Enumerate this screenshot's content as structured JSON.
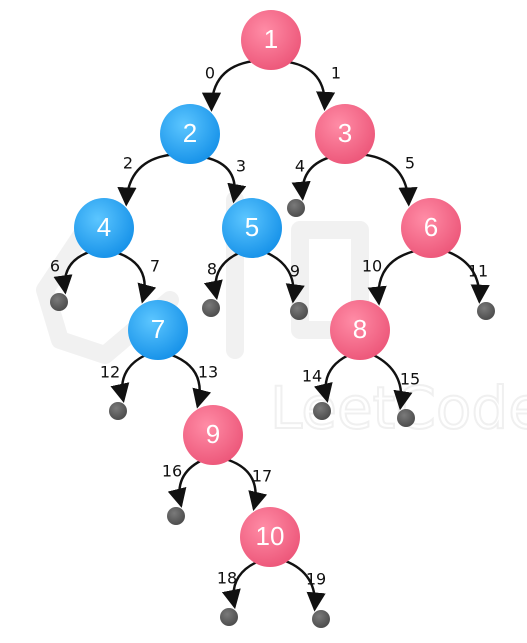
{
  "watermark": {
    "brand": "LeetCode"
  },
  "colors": {
    "blue_node": "#1ea0f0",
    "pink_node": "#f0607e",
    "null_node": "#5a5a5a",
    "edge": "#111111"
  },
  "nodes": [
    {
      "id": "n1",
      "label": "1",
      "color": "pink"
    },
    {
      "id": "n2",
      "label": "2",
      "color": "blue"
    },
    {
      "id": "n3",
      "label": "3",
      "color": "pink"
    },
    {
      "id": "n4",
      "label": "4",
      "color": "blue"
    },
    {
      "id": "n5",
      "label": "5",
      "color": "blue"
    },
    {
      "id": "n6",
      "label": "6",
      "color": "pink"
    },
    {
      "id": "n7",
      "label": "7",
      "color": "blue"
    },
    {
      "id": "n8",
      "label": "8",
      "color": "pink"
    },
    {
      "id": "n9",
      "label": "9",
      "color": "pink"
    },
    {
      "id": "n10",
      "label": "10",
      "color": "pink"
    }
  ],
  "edges": [
    {
      "label": "0",
      "from": "n1",
      "to": "n2"
    },
    {
      "label": "1",
      "from": "n1",
      "to": "n3"
    },
    {
      "label": "2",
      "from": "n2",
      "to": "n4"
    },
    {
      "label": "3",
      "from": "n2",
      "to": "n5"
    },
    {
      "label": "4",
      "from": "n3",
      "to": "null"
    },
    {
      "label": "5",
      "from": "n3",
      "to": "n6"
    },
    {
      "label": "6",
      "from": "n4",
      "to": "null"
    },
    {
      "label": "7",
      "from": "n4",
      "to": "n7"
    },
    {
      "label": "8",
      "from": "n5",
      "to": "null"
    },
    {
      "label": "9",
      "from": "n5",
      "to": "null"
    },
    {
      "label": "10",
      "from": "n6",
      "to": "n8"
    },
    {
      "label": "11",
      "from": "n6",
      "to": "null"
    },
    {
      "label": "12",
      "from": "n7",
      "to": "null"
    },
    {
      "label": "13",
      "from": "n7",
      "to": "n9"
    },
    {
      "label": "14",
      "from": "n8",
      "to": "null"
    },
    {
      "label": "15",
      "from": "n8",
      "to": "null"
    },
    {
      "label": "16",
      "from": "n9",
      "to": "null"
    },
    {
      "label": "17",
      "from": "n9",
      "to": "n10"
    },
    {
      "label": "18",
      "from": "n10",
      "to": "null"
    },
    {
      "label": "19",
      "from": "n10",
      "to": "null"
    }
  ]
}
